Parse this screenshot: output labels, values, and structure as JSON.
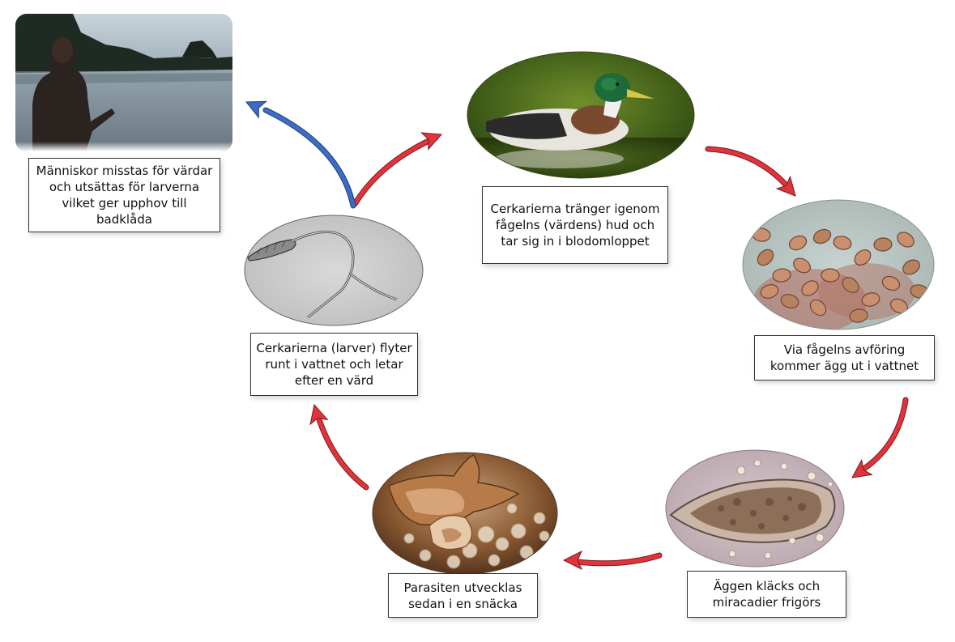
{
  "stages": {
    "human": {
      "caption": "Människor misstas för värdar och utsättas för larverna vilket ger upphov till badklåda"
    },
    "duck": {
      "caption": "Cerkarierna tränger igenom fågelns (värdens) hud och tar sig in i blodomloppet"
    },
    "feces": {
      "caption": "Via fågelns avföring kommer ägg ut i vattnet"
    },
    "egg": {
      "caption": "Äggen kläcks och miracadier frigörs"
    },
    "snail": {
      "caption": "Parasiten utvecklas sedan i en snäcka"
    },
    "larva": {
      "caption": "Cerkarierna (larver) flyter runt i vattnet och letar efter en värd"
    }
  },
  "colors": {
    "cycle_arrow": "#e0343c",
    "human_arrow": "#3d6cc4"
  }
}
